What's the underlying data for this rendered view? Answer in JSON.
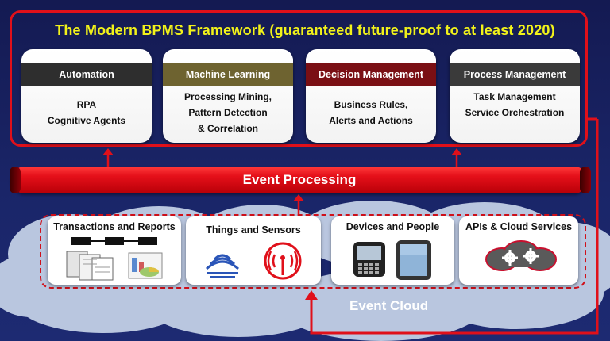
{
  "title": "The Modern BPMS Framework (guaranteed future-proof to at least 2020)",
  "capabilities": [
    {
      "name": "Automation",
      "color": "#2e2e2e",
      "lines": [
        "RPA",
        "Cognitive Agents"
      ]
    },
    {
      "name": "Machine Learning",
      "color": "#6e6330",
      "lines": [
        "Processing Mining,",
        "Pattern Detection",
        "& Correlation"
      ]
    },
    {
      "name": "Decision Management",
      "color": "#7a0f14",
      "lines": [
        "Business Rules,",
        "Alerts and Actions"
      ]
    },
    {
      "name": "Process Management",
      "color": "#3a3a3a",
      "lines": [
        "Task Management",
        "Service Orchestration"
      ]
    }
  ],
  "event_processing": "Event Processing",
  "sources": [
    {
      "name": "Transactions and Reports"
    },
    {
      "name": "Things and Sensors"
    },
    {
      "name": "Devices and People"
    },
    {
      "name": "APIs & Cloud Services"
    }
  ],
  "event_cloud": "Event Cloud",
  "colors": {
    "accent_red": "#e0101a",
    "title_yellow": "#f2f21a",
    "background": "#1a2568"
  }
}
